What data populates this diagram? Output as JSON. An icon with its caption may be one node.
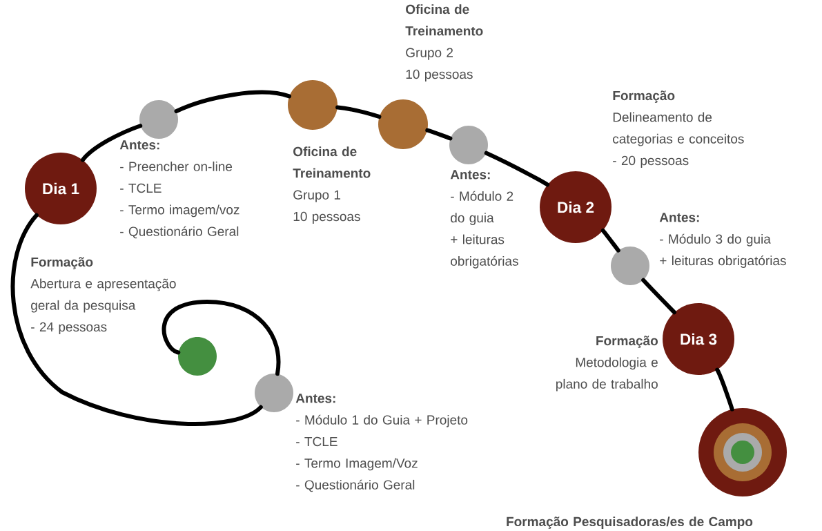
{
  "diagram": {
    "nodes": [
      {
        "text": [],
        "shape": "circle"
      },
      {
        "text": [],
        "shape": "circle",
        "beside": [
          "Antes:",
          "- Módulo 1 do Guia + Projeto",
          "- TCLE",
          "- Termo Imagem/Voz",
          "- Questionário Geral"
        ]
      },
      {
        "text": [
          "Dia 1"
        ],
        "beside": [
          "Formação",
          "Abertura e apresentação geral da pesquisa",
          "- 24 pessoas"
        ]
      },
      {
        "text": [],
        "shape": "circle",
        "beside": [
          "Antes:",
          "- Preencher on-line",
          "- TCLE",
          "- Termo imagem/voz",
          "- Questionário Geral"
        ]
      },
      {
        "text": [],
        "shape": "circle",
        "beside": [
          "Oficina de Treinamento",
          "Grupo 1",
          "10 pessoas"
        ]
      },
      {
        "text": [],
        "shape": "circle",
        "beside": [
          "Oficina de Treinamento",
          "Grupo 2",
          "10 pessoas"
        ]
      },
      {
        "text": [],
        "shape": "circle",
        "beside": [
          "Antes:",
          "- Módulo 2 do guia",
          "+ leituras obrigatórias"
        ]
      },
      {
        "text": [
          "Dia 2"
        ],
        "beside": [
          "Formação",
          "Delineamento de categorias e conceitos",
          "- 20 pessoas"
        ]
      },
      {
        "text": [],
        "shape": "circle",
        "beside": [
          "Antes:",
          "- Módulo 3 do guia",
          "+ leituras obrigatórias"
        ]
      },
      {
        "text": [
          "Dia 3"
        ],
        "beside": [
          "Formação",
          "Metodologia e plano de trabalho"
        ]
      },
      {
        "text": [],
        "shape": "circle",
        "beside": [
          "Formação Pesquisadoras/es de Campo"
        ]
      }
    ],
    "edges": [
      {
        "from": 0,
        "to": 1,
        "arrow": "none"
      },
      {
        "from": 1,
        "to": 2,
        "arrow": "none"
      },
      {
        "from": 2,
        "to": 3,
        "arrow": "none"
      },
      {
        "from": 3,
        "to": 4,
        "arrow": "none"
      },
      {
        "from": 4,
        "to": 5,
        "arrow": "none"
      },
      {
        "from": 5,
        "to": 6,
        "arrow": "none"
      },
      {
        "from": 6,
        "to": 7,
        "arrow": "none"
      },
      {
        "from": 7,
        "to": 8,
        "arrow": "none"
      },
      {
        "from": 8,
        "to": 9,
        "arrow": "none"
      },
      {
        "from": 9,
        "to": 10,
        "arrow": "none"
      }
    ]
  }
}
